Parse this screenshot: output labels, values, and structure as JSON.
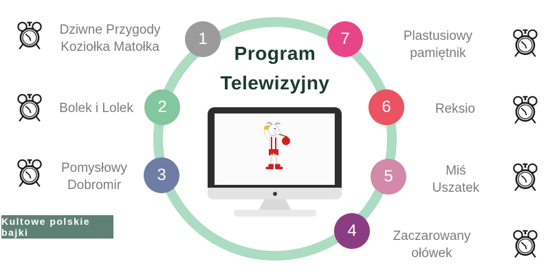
{
  "title": {
    "lines": [
      "Program",
      "Telewizyjny"
    ]
  },
  "badge": {
    "label": "Kultowe polskie bajki",
    "bg_color": "#5f8075"
  },
  "ring_color": "#acdcc2",
  "colors": {
    "title_text": "#1c3b31",
    "item_text": "#7c7c7c",
    "number_text": "#ffffff",
    "clock_icon": "#1a1a1a"
  },
  "items": [
    {
      "number": "1",
      "lines": [
        "Dziwne Przygody",
        "Koziołka Matołka"
      ],
      "color": "#9b9b9b"
    },
    {
      "number": "2",
      "lines": [
        "Bolek i Lolek"
      ],
      "color": "#82c79e"
    },
    {
      "number": "3",
      "lines": [
        "Pomysłowy",
        "Dobromir"
      ],
      "color": "#6f7da5"
    },
    {
      "number": "4",
      "lines": [
        "Zaczarowany",
        "ołówek"
      ],
      "color": "#8c3c82"
    },
    {
      "number": "5",
      "lines": [
        "Miś",
        "Uszatek"
      ],
      "color": "#d389a9"
    },
    {
      "number": "6",
      "lines": [
        "Reksio"
      ],
      "color": "#ea5362"
    },
    {
      "number": "7",
      "lines": [
        "Plastusiowy",
        "pamiętnik"
      ],
      "color": "#e84589"
    }
  ],
  "icons": {
    "item_marker": "alarm-clock-icon",
    "center_illustration": "tv-monitor-with-goat-character"
  }
}
